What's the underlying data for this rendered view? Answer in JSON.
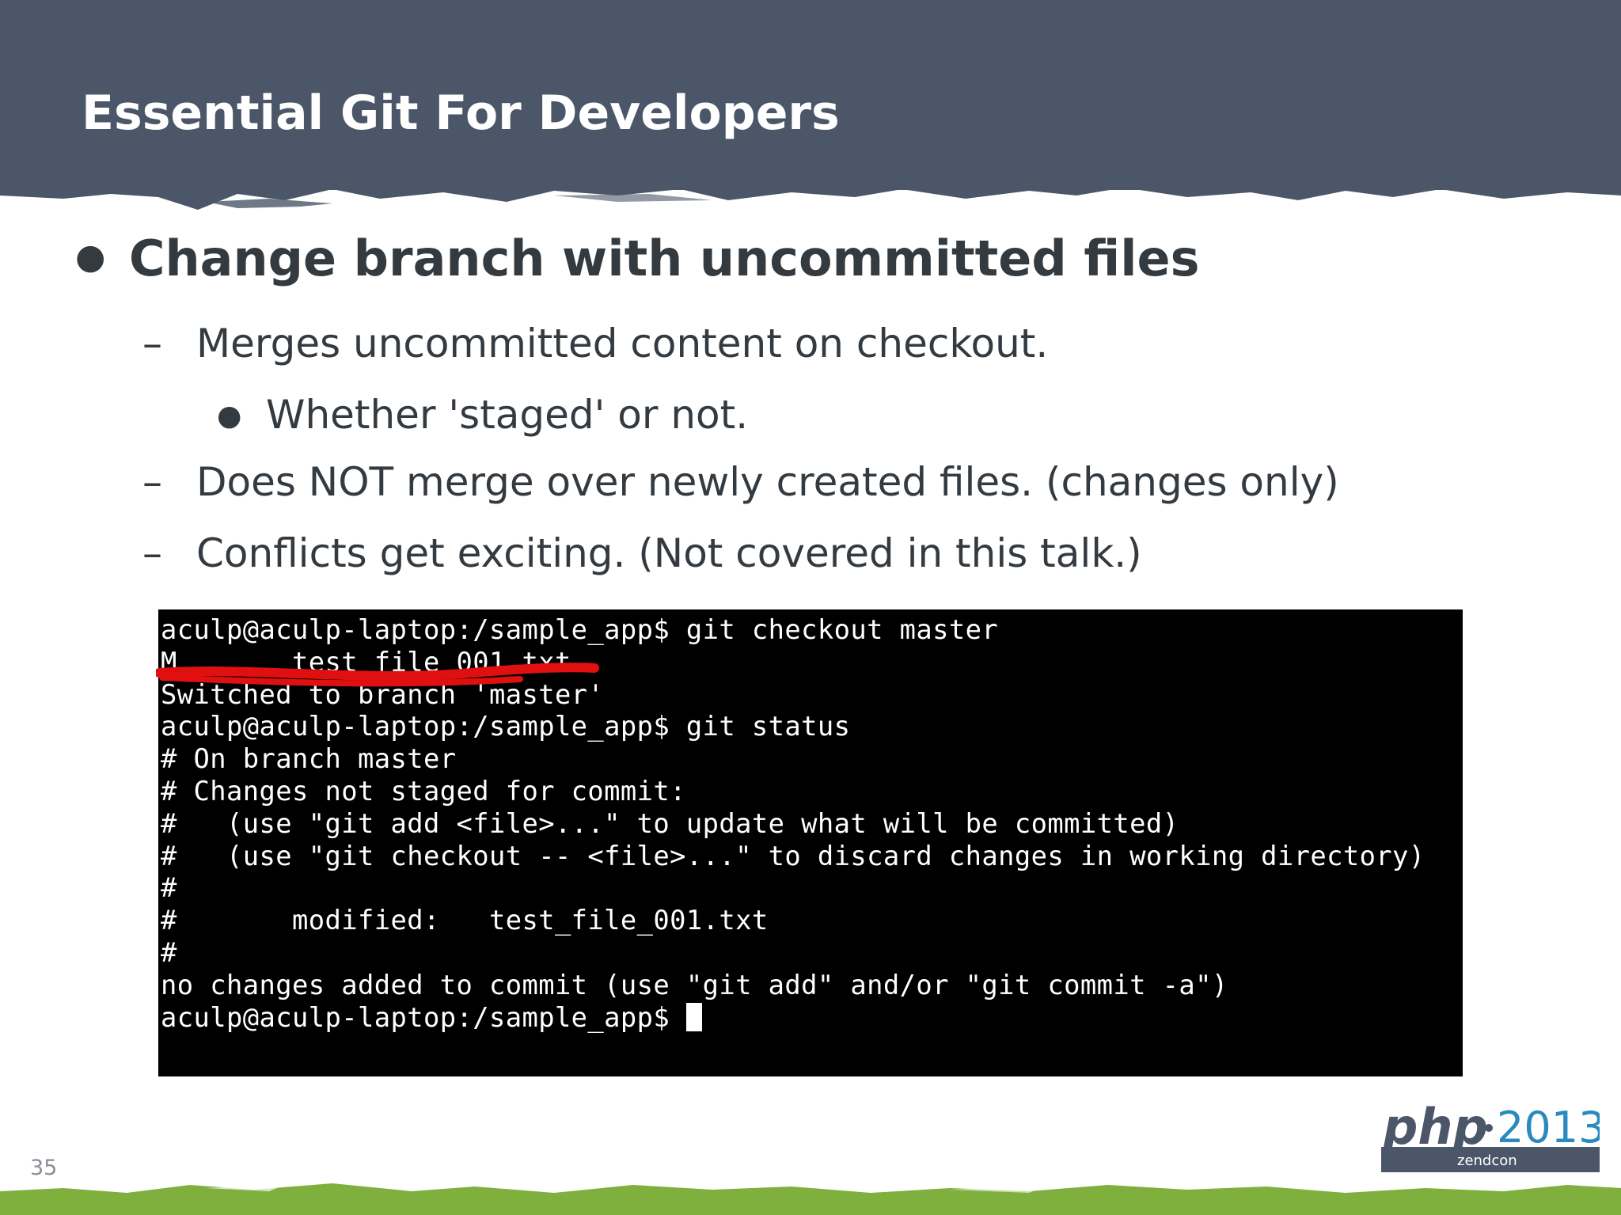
{
  "slide": {
    "title": "Essential Git For Developers",
    "bullet": "Change branch with uncommitted files",
    "sub_items": [
      "Merges uncommitted content on checkout.",
      "Does NOT merge over newly created files. (changes only)",
      "Conflicts get exciting. (Not covered in this talk.)"
    ],
    "sub_sub_item": "Whether 'staged' or not.",
    "page_number": "35"
  },
  "terminal": {
    "lines": [
      "aculp@aculp-laptop:/sample_app$ git checkout master",
      "M       test_file_001.txt",
      "Switched to branch 'master'",
      "aculp@aculp-laptop:/sample_app$ git status",
      "# On branch master",
      "# Changes not staged for commit:",
      "#   (use \"git add <file>...\" to update what will be committed)",
      "#   (use \"git checkout -- <file>...\" to discard changes in working directory)",
      "#",
      "#       modified:   test_file_001.txt",
      "#",
      "no changes added to commit (use \"git add\" and/or \"git commit -a\")",
      "aculp@aculp-laptop:/sample_app$ "
    ]
  },
  "logo": {
    "brand": "php",
    "year": "2013",
    "sub": "zendcon"
  },
  "colors": {
    "header": "#4b5668",
    "footer": "#7fb03e",
    "annotation": "#e01010",
    "logo_blue": "#2a8ac0"
  }
}
